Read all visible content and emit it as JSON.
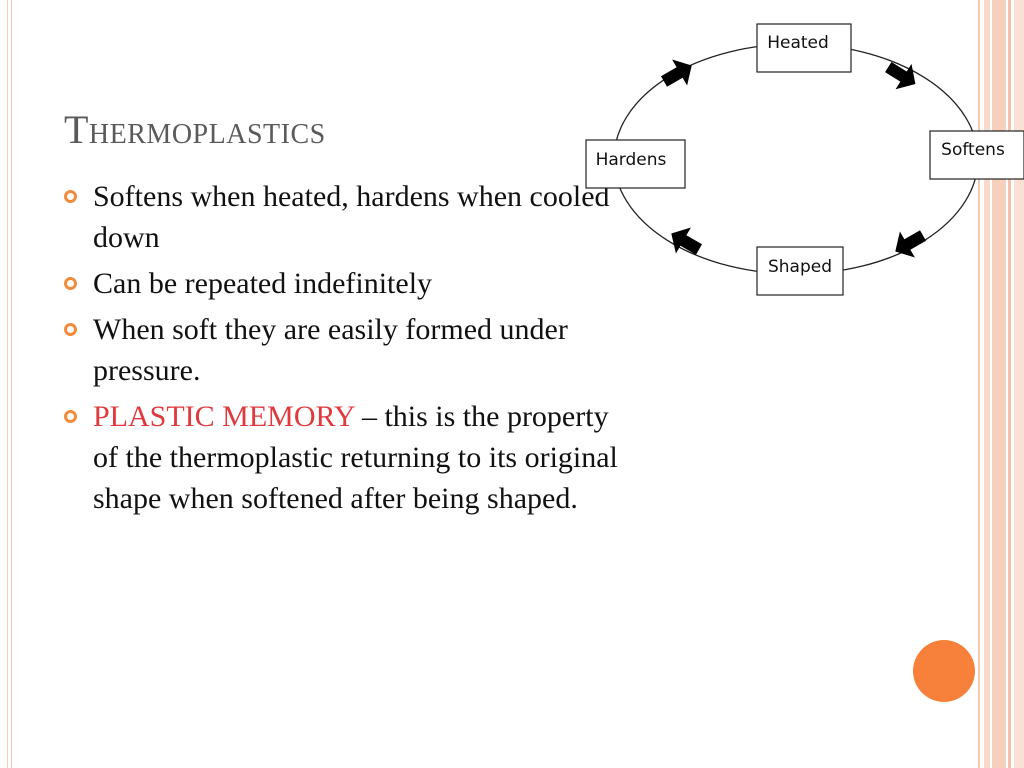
{
  "slide": {
    "title": "Thermoplastics",
    "bullets": [
      {
        "text": "Softens when heated, hardens when cooled down"
      },
      {
        "text": "Can be repeated indefinitely"
      },
      {
        "text": "When soft they are easily formed under pressure."
      },
      {
        "highlight": "PLASTIC MEMORY",
        "text": " – this is the property of the thermoplastic returning to its original shape when softened after being shaped."
      }
    ]
  },
  "cycle_diagram": {
    "nodes": {
      "heated": "Heated",
      "softens": "Softens",
      "shaped": "Shaped",
      "hardens": "Hardens"
    }
  },
  "colors": {
    "bullet_icon": "#f28c3c",
    "highlight_text": "#e0393e",
    "accent_dot": "#f7803a",
    "border_stripes": "#f7cfbd"
  }
}
